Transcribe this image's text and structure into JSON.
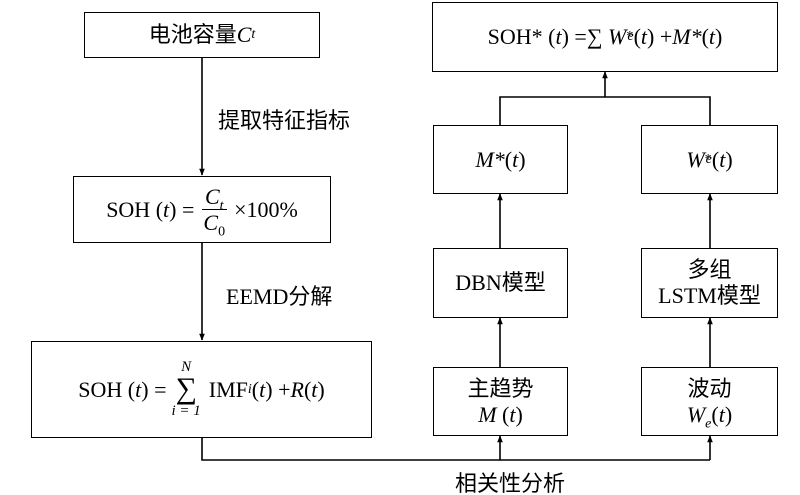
{
  "boxes": {
    "capacity": {
      "text": "电池容量",
      "var": "C",
      "sub": "t"
    },
    "soh_def": {
      "lhs": "SOH (",
      "t": "t",
      "mid": ") =",
      "num_var": "C",
      "num_sub": "t",
      "den_var": "C",
      "den_sub": "0",
      "rhs": "×100%"
    },
    "soh_decomp": {
      "lhs": "SOH (",
      "t": "t",
      "mid": ") =",
      "sigma_top": "N",
      "sigma_symbol": "∑",
      "sigma_bottom": "i = 1",
      "imf": "IMF",
      "imf_sub": "i",
      "imf_rest_a": " (",
      "imf_t": "t",
      "imf_rest_b": ") + ",
      "r": "R",
      "r_rest_a": " (",
      "r_t": "t",
      "r_rest_b": ")"
    },
    "trend": {
      "line1": "主趋势",
      "var": "M",
      "rest_a": " (",
      "t": "t",
      "rest_b": ")"
    },
    "fluct": {
      "line1": "波动",
      "var": "W",
      "sub": "e",
      "rest_a": "(",
      "t": "t",
      "rest_b": ")"
    },
    "dbn": {
      "text": "DBN模型"
    },
    "lstm": {
      "line1": "多组",
      "line2": "LSTM模型"
    },
    "m_pred": {
      "var": "M*",
      "rest_a": " (",
      "t": "t",
      "rest_b": ")"
    },
    "w_pred": {
      "var": "W",
      "sub": "e",
      "sup": "*",
      "rest_a": " (",
      "t": "t",
      "rest_b": ")"
    },
    "result": {
      "a": "SOH* (",
      "t": "t",
      "b": ") =∑ ",
      "w": "W",
      "w_sub": "e",
      "w_sup": "*",
      "c": " (",
      "t2": "t",
      "d": ") + ",
      "m": "M*",
      "e": " (",
      "t3": "t",
      "f": ")"
    }
  },
  "edge_labels": {
    "extract": "提取特征指标",
    "eemd": "EEMD分解",
    "correlation": "相关性分析"
  }
}
